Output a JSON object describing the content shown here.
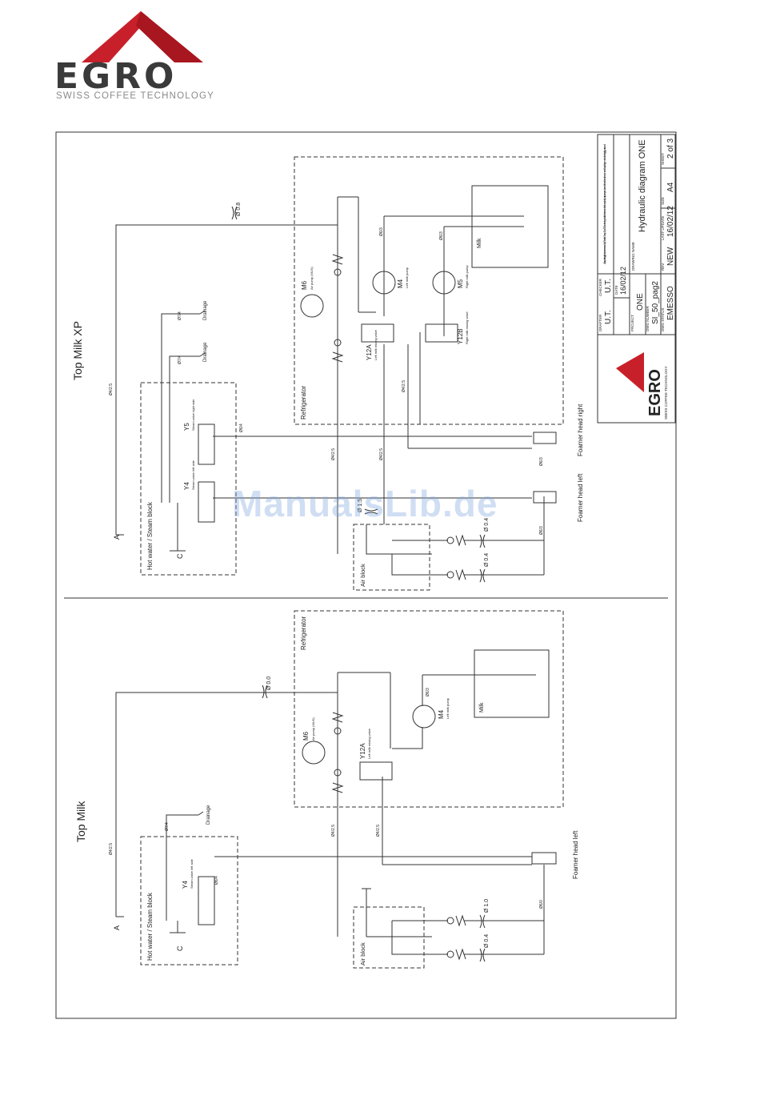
{
  "brand": {
    "name": "EGRO",
    "tagline": "SWISS COFFEE TECHNOLOGY",
    "red": "#c8202a",
    "dark": "#3a3a3a"
  },
  "watermark": "ManualsLib.de",
  "title_block": {
    "copyright": "All proprietary rights are reserved by Rancilio Group S.p.A. This drawing shall not be transmitted to any third party or reproduced without the written consent. Any infringement will be legally pursued.",
    "drawing_name_label": "DRAWING NAME",
    "drawing_name": "Hydraulic diagram ONE",
    "drafter_label": "DRAFTER",
    "drafter": "U.T.",
    "checker_label": "CHECKER",
    "checker": "U.T.",
    "date_label": "DATE",
    "date": "16/02/12",
    "project_label": "PROJECT",
    "project": "ONE",
    "dwg_number_label": "DWG NUMBER",
    "dwg_number": "SI_50_pag2",
    "dwg_status_label": "DWG STATUS",
    "dwg_status": "EMESSO",
    "rev_label": "REV",
    "rev": "NEW",
    "last_update_label": "LAST UPDATE",
    "last_update": "16/02/12",
    "size_label": "SIZE",
    "size": "A4",
    "sheet_label": "SHEET",
    "sheet": "2 of 3"
  },
  "top": {
    "title": "Top Milk XP",
    "hot_water_block": "Hot water / Steam block",
    "refrigerator": "Refrigerator",
    "air_block": "Air block",
    "port_a": "A",
    "port_c": "C",
    "y4": {
      "tag": "Y4",
      "desc": "Steam valve left side"
    },
    "y5": {
      "tag": "Y5",
      "desc": "Steam valve right side"
    },
    "y12a": {
      "tag": "Y12A",
      "desc": "Left milk mixing valve"
    },
    "y12b": {
      "tag": "Y12B",
      "desc": "Right milk mixing valve"
    },
    "m6": {
      "tag": "M6",
      "desc": "Air pump (MUX)"
    },
    "m4": {
      "tag": "M4",
      "desc": "Left milk pump"
    },
    "m5": {
      "tag": "M5",
      "desc": "Right milk pump"
    },
    "milk": "Milk",
    "drainage1": "Drainage",
    "drainage2": "Drainage",
    "foamer_right": "Foamer head right",
    "foamer_left": "Foamer head left",
    "dims": {
      "d08": "Ø 0.8",
      "d4_1": "Ø7/4",
      "d4_2": "Ø7/4",
      "d425": "Ø4/2.5",
      "d425b": "Ø4/2.5",
      "d425c": "Ø4/2.5",
      "d425d": "Ø4/2.5",
      "d63": "Ø6/3",
      "d63b": "Ø6/3",
      "d63c": "Ø6/3",
      "d63d": "Ø6/3",
      "d64": "Ø6/4",
      "d15": "Ø 1.5",
      "d04a": "Ø 0.4",
      "d04b": "Ø 0.4"
    }
  },
  "bottom": {
    "title": "Top Milk",
    "hot_water_block": "Hot water / Steam block",
    "refrigerator": "Refrigerator",
    "air_block": "Air block",
    "port_a": "A",
    "port_c": "C",
    "y4": {
      "tag": "Y4",
      "desc": "Steam valve left side"
    },
    "y12a": {
      "tag": "Y12A",
      "desc": "Left milk mixing valve"
    },
    "m6": {
      "tag": "M6",
      "desc": "Air pump (MUX)"
    },
    "m4": {
      "tag": "M4",
      "desc": "Left milk pump"
    },
    "milk": "Milk",
    "drainage": "Drainage",
    "foamer_left": "Foamer head left",
    "dims": {
      "d00": "Ø 0.0",
      "d74": "Ø7/4",
      "d425": "Ø4/2.5",
      "d425b": "Ø4/2.5",
      "d425c": "Ø4/2.5",
      "d63": "Ø6/3",
      "d60": "Ø6/0",
      "d64": "Ø6/4",
      "d10": "Ø 1.0",
      "d04": "Ø 0.4"
    }
  }
}
